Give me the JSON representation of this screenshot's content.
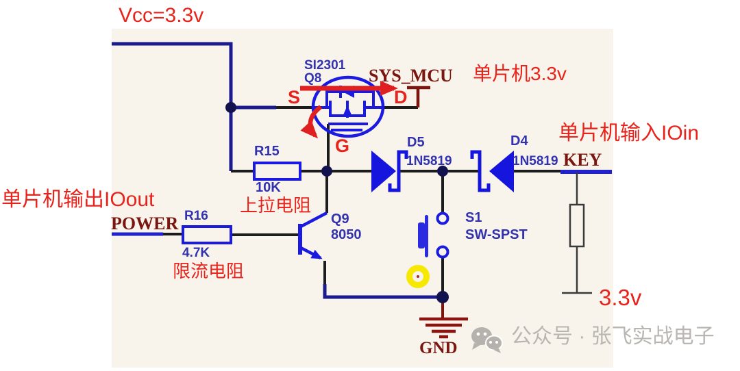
{
  "schematic": {
    "annotations": {
      "vcc": "Vcc=3.3v",
      "mcu_power": "单片机3.3v",
      "mcu_input": "单片机输入IOin",
      "mcu_output": "单片机输出IOout",
      "pullup_resistor": "上拉电阻",
      "current_limit_resistor": "限流电阻",
      "source_pin": "S",
      "drain_pin": "D",
      "gate_pin": "G",
      "rail_33": "3.3v"
    },
    "nets": {
      "sys_mcu": "SYS_MCU",
      "power": "POWER",
      "key": "KEY",
      "gnd": "GND"
    },
    "components": {
      "q8": {
        "ref": "Q8",
        "part": "SI2301"
      },
      "q9": {
        "ref": "Q9",
        "part": "8050"
      },
      "r15": {
        "ref": "R15",
        "value": "10K"
      },
      "r16": {
        "ref": "R16",
        "value": "4.7K"
      },
      "d5": {
        "ref": "D5",
        "part": "1N5819"
      },
      "d4": {
        "ref": "D4",
        "part": "1N5819"
      },
      "s1": {
        "ref": "S1",
        "part": "SW-SPST"
      }
    },
    "colors": {
      "annotation_red": "#e8231b",
      "label_blue": "#3232b0",
      "component_blue": "#1a1ae0",
      "wire_navy": "#1b1b8e",
      "wire_black": "#1c1c1c",
      "net_dark_red": "#7a150f",
      "sheet_cream": "#f8f4ec",
      "highlight_yellow": "#f6e800",
      "watermark_gray": "#b9b5b1"
    }
  },
  "watermark": {
    "icon": "wechat-icon",
    "text": "公众号 · 张飞实战电子"
  }
}
